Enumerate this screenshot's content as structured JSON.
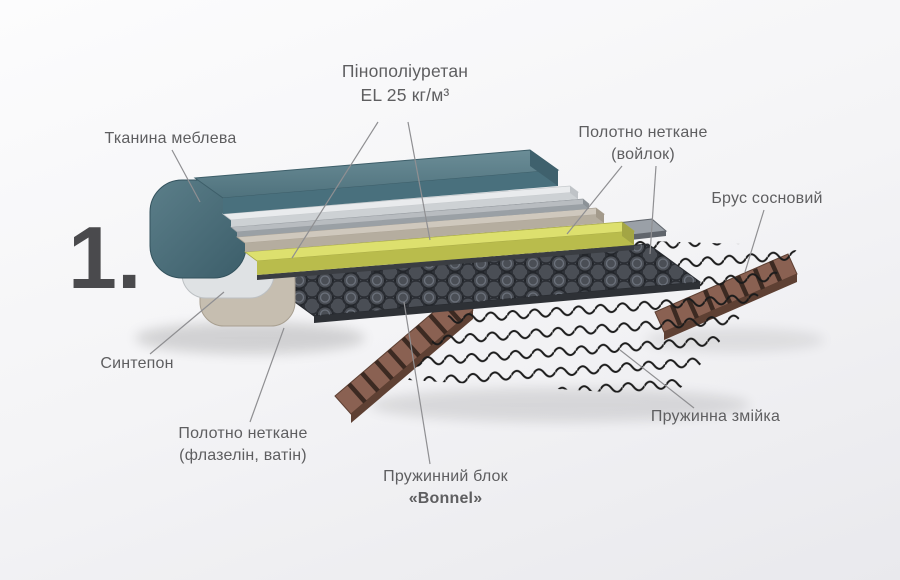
{
  "figure": {
    "number": "1."
  },
  "labels": {
    "fabric": {
      "text": "Тканина меблева"
    },
    "foam": {
      "line1": "Пінополіуретан",
      "line2": "EL 25 кг/м³"
    },
    "felt": {
      "line1": "Полотно неткане",
      "line2": "(войлок)"
    },
    "pine": {
      "text": "Брус сосновий"
    },
    "sintepon": {
      "text": "Синтепон"
    },
    "flazelin": {
      "line1": "Полотно неткане",
      "line2": "(флазелін, ватін)"
    },
    "bonnel": {
      "line1": "Пружинний блок",
      "line2": "«Bonnel»"
    },
    "zigzag": {
      "text": "Пружинна змійка"
    }
  },
  "colors": {
    "fabric_teal": "#55767f",
    "foam_yellow": "#d2d45f",
    "wood_brown": "#8a6152",
    "spring_dark": "#4a4e55",
    "label_gray": "#5e5e60"
  }
}
